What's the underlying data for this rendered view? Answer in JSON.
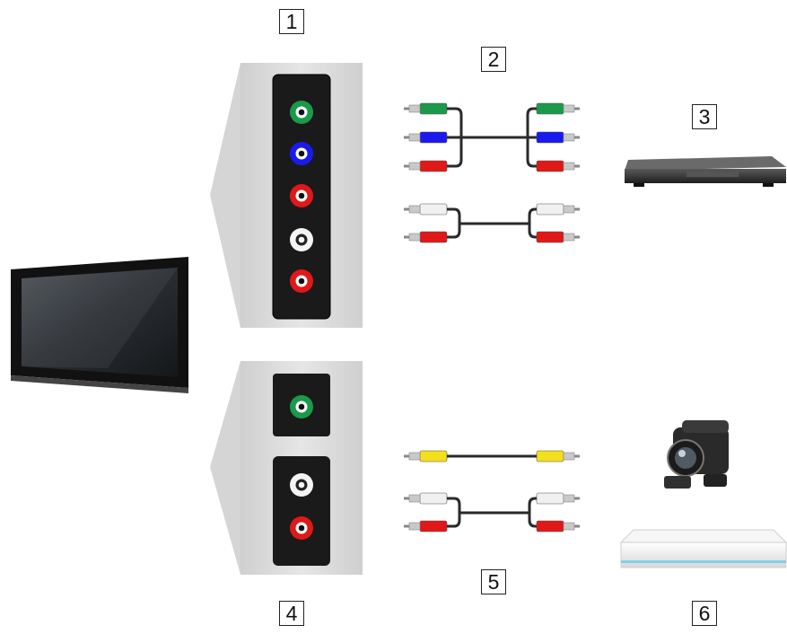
{
  "callouts": {
    "n1": "1",
    "n2": "2",
    "n3": "3",
    "n4": "4",
    "n5": "5",
    "n6": "6"
  },
  "colors": {
    "panel": "#d9d9d9",
    "terminal_strip": "#1a1a1a",
    "green": "#1a9a4a",
    "blue": "#1a1aee",
    "red": "#e01818",
    "white": "#f0f0f0",
    "yellow": "#f2e01c"
  },
  "icons": {
    "tv": "tv-icon",
    "dvd_player": "dvd-player-icon",
    "camcorder": "camcorder-icon",
    "set_top_box": "set-top-box-icon"
  }
}
